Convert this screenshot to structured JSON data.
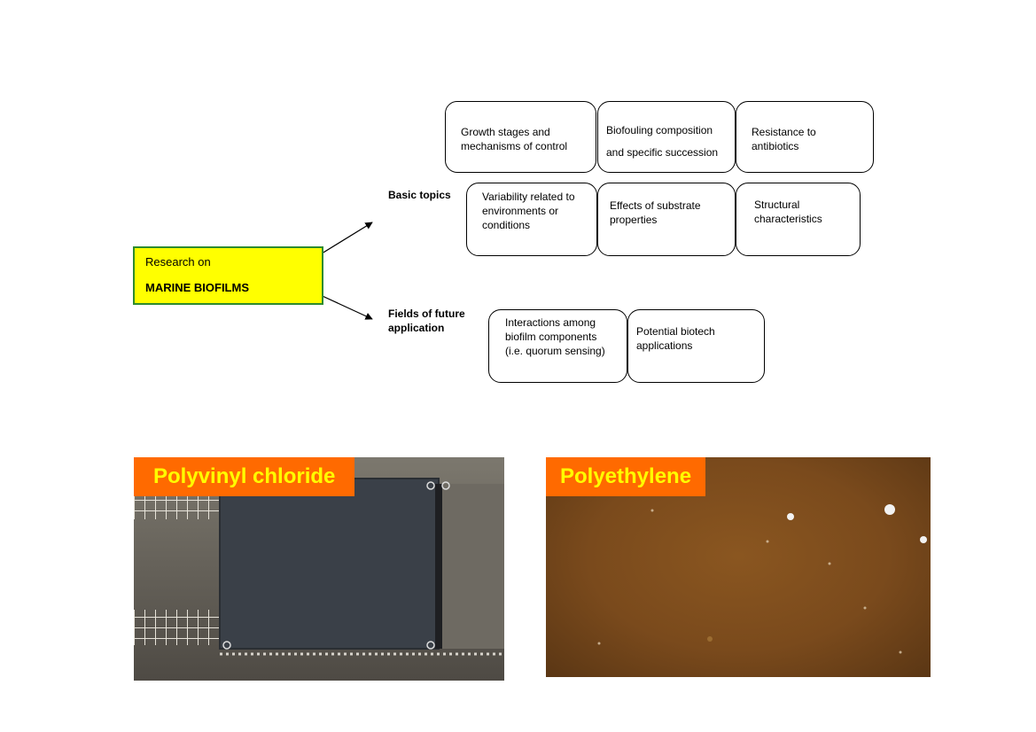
{
  "main": {
    "line1": "Research on",
    "line2": "MARINE BIOFILMS"
  },
  "branches": {
    "basic": "Basic topics",
    "future_line1": "Fields of future",
    "future_line2": "application"
  },
  "basic_boxes": [
    {
      "lines": [
        "Growth stages and",
        "mechanisms of control"
      ]
    },
    {
      "lines": [
        "Biofouling composition",
        "and specific succession"
      ]
    },
    {
      "lines": [
        "Resistance to",
        "antibiotics"
      ]
    },
    {
      "lines": [
        "Variability related to",
        "environments or",
        "conditions"
      ]
    },
    {
      "lines": [
        "Effects of substrate",
        "properties"
      ]
    },
    {
      "lines": [
        "Structural",
        "characteristics"
      ]
    }
  ],
  "future_boxes": [
    {
      "lines": [
        "Interactions among",
        "biofilm components",
        "(i.e. quorum sensing)"
      ]
    },
    {
      "lines": [
        "Potential biotech",
        "applications"
      ]
    }
  ],
  "photos": {
    "left_title": "Polyvinyl chloride",
    "right_title": "Polyethylene"
  },
  "colors": {
    "main_fill": "#ffff00",
    "main_border": "#2e8b2e",
    "photo_title_bg": "#ff6a00",
    "photo_title_text": "#ffff00"
  }
}
